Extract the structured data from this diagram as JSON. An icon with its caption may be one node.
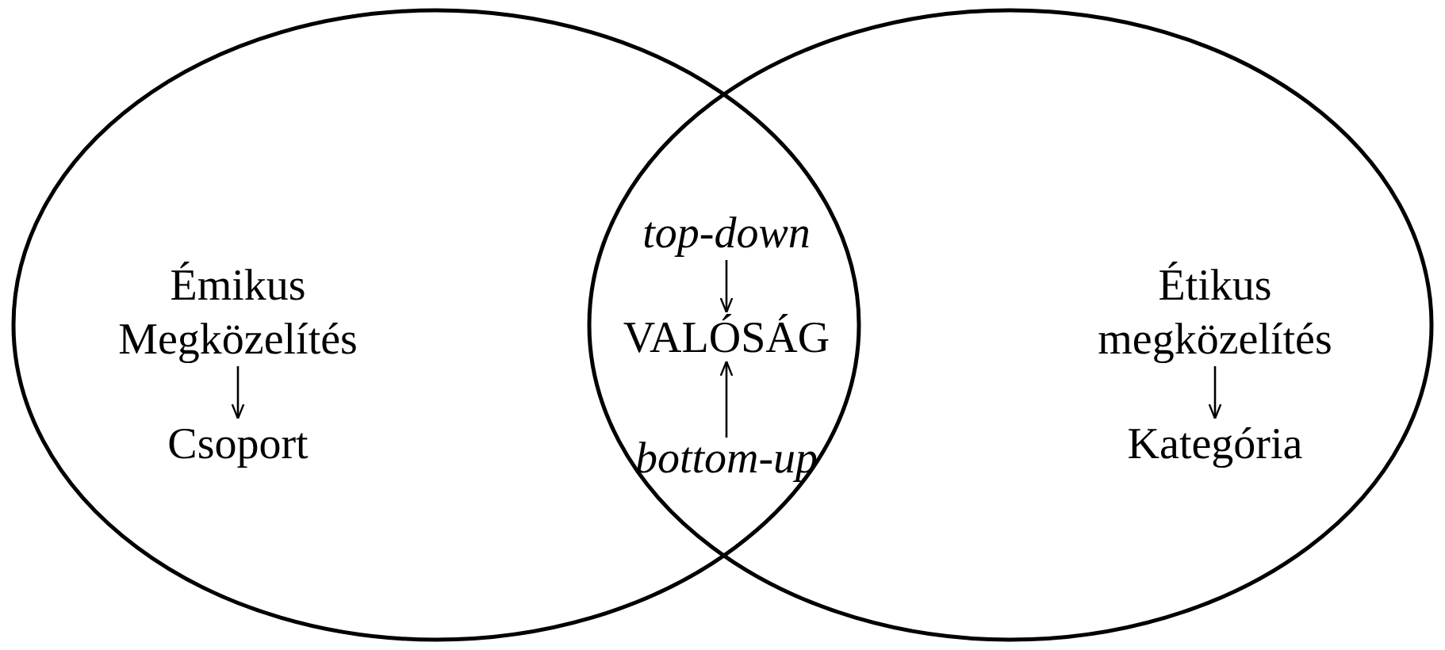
{
  "diagram": {
    "nodes": [
      {
        "text": [],
        "shape": "ellipse"
      },
      {
        "text": [],
        "shape": "ellipse"
      },
      {
        "text": [
          "Émikus Megközelítés"
        ],
        "in": 0
      },
      {
        "text": [
          "Csoport"
        ],
        "in": 0
      },
      {
        "text": [
          "top-down"
        ]
      },
      {
        "text": [
          "VALÓSÁG"
        ]
      },
      {
        "text": [
          "bottom-up"
        ]
      },
      {
        "text": [
          "Étikus megközelítés"
        ],
        "in": 1
      },
      {
        "text": [
          "Kategória"
        ],
        "in": 1
      }
    ],
    "edges": [
      {
        "from": 2,
        "to": 3,
        "arrow": "to"
      },
      {
        "from": 4,
        "to": 5,
        "arrow": "to"
      },
      {
        "from": 6,
        "to": 5,
        "arrow": "to"
      },
      {
        "from": 7,
        "to": 8,
        "arrow": "to"
      }
    ]
  }
}
